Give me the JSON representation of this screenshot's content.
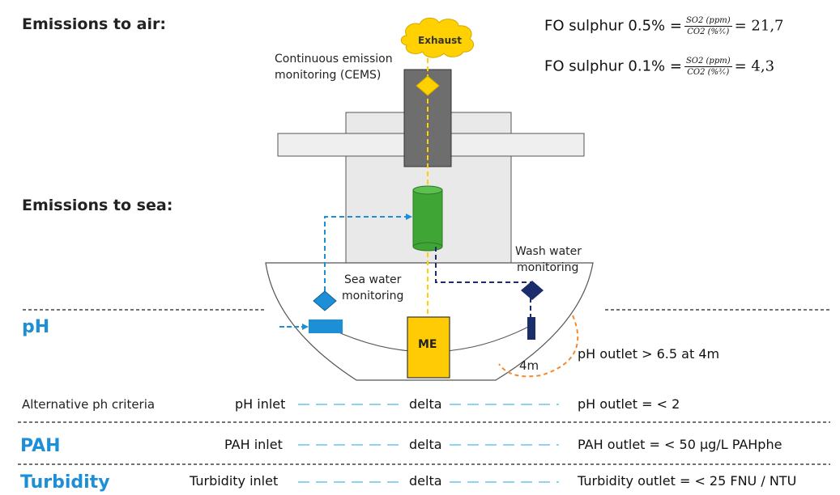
{
  "headings": {
    "emissions_air": "Emissions to air:",
    "emissions_sea": "Emissions to sea:"
  },
  "formulas": [
    {
      "label": "FO sulphur 0.5% =",
      "num": "SO2 (ppm)",
      "den": "CO2 (%³⁄ᵥ)",
      "result": "= 21,7"
    },
    {
      "label": "FO sulphur 0.1% =",
      "num": "SO2 (ppm)",
      "den": "CO2 (%³⁄ᵥ)",
      "result": "= 4,3"
    }
  ],
  "diagram": {
    "exhaust": "Exhaust",
    "cems_line1": "Continuous emission",
    "cems_line2": "monitoring (CEMS)",
    "sea_water_line1": "Sea water",
    "sea_water_line2": "monitoring",
    "wash_water_line1": "Wash water",
    "wash_water_line2": "monitoring",
    "me": "ME",
    "distance": "4m"
  },
  "rows": {
    "ph_title": "pH",
    "ph_outlet": "pH outlet > 6.5 at 4m",
    "alt_label": "Alternative ph criteria",
    "alt_inlet": "pH inlet",
    "alt_delta": "delta",
    "alt_outlet": "pH outlet = < 2",
    "pah_title": "PAH",
    "pah_inlet": "PAH inlet",
    "pah_delta": "delta",
    "pah_outlet": "PAH outlet = < 50 µg/L PAHphe",
    "turb_title": "Turbidity",
    "turb_inlet": "Turbidity inlet",
    "turb_delta": "delta",
    "turb_outlet": "Turbidity outlet = < 25 FNU / NTU"
  },
  "colors": {
    "exhaust_yellow": "#ffd100",
    "stack_gray": "#6e6e6e",
    "scrubber_green": "#3fa535",
    "sea_blue": "#1d8fd6",
    "wash_navy": "#1c2d6b",
    "distance_orange": "#f28a2e",
    "dash_lightblue": "#8ed3f2"
  }
}
